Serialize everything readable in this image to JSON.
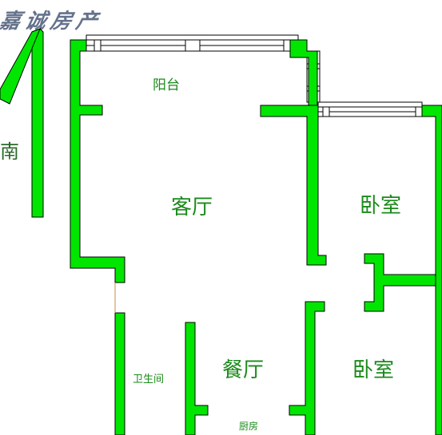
{
  "watermark": "嘉诚房产",
  "compass": {
    "south_label": "南"
  },
  "rooms": {
    "balcony": "阳台",
    "living_room": "客厅",
    "bedroom_north": "卧室",
    "dining_room": "餐厅",
    "bedroom_south": "卧室",
    "bathroom": "卫生间",
    "kitchen": "厨房"
  },
  "colors": {
    "wall_fill": "#00e600",
    "wall_stroke": "#000000",
    "label": "#1a8a1a",
    "compass": "#00e600",
    "watermark": "#4a5a78",
    "window": "#ffffff"
  }
}
